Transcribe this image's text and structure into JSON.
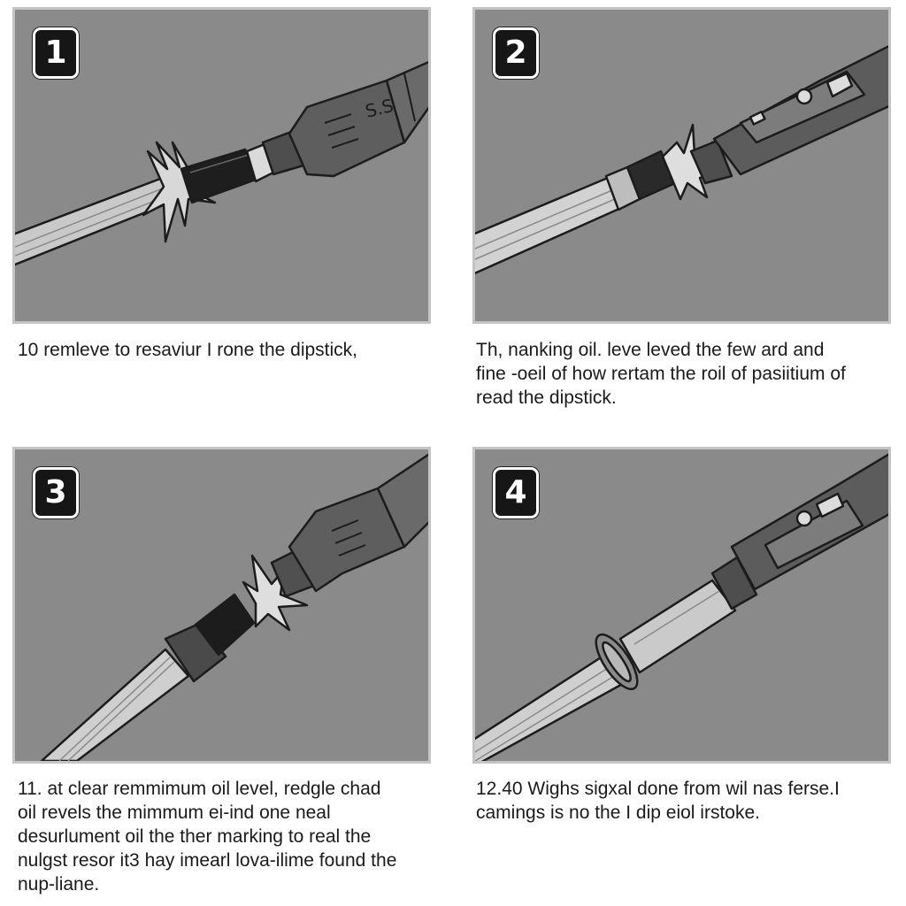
{
  "steps": [
    {
      "number": "1",
      "caption_lines": [
        "10 remleve to resaviur I rone the dipstick,"
      ],
      "illustration_label": "S.S"
    },
    {
      "number": "2",
      "caption_lines": [
        "Th, nanking oil. leve leved the few ard and",
        "fine -oeil of how rertam the roil of pasiitium of",
        "read the dipstick."
      ]
    },
    {
      "number": "3",
      "caption_lines": [
        "11. at clear remmimum oil level, redgle chad",
        "oil revels the mimmum ei-ind one neal",
        "desurlument oil the ther marking to real the",
        "nulgst resor it3 hay imearl lova-ilime found the",
        "nup-liane."
      ]
    },
    {
      "number": "4",
      "caption_lines": [
        "12.40 Wighs sigxal done from wil nas ferse.I",
        "camings is no the I dip eiol irstoke."
      ]
    }
  ],
  "colors": {
    "panel_background": "#8a8a8a",
    "panel_border": "#c4c4c4",
    "badge_background": "#161616",
    "line_art": "#1c1c1c",
    "tool_body": "#5e5e5e"
  }
}
